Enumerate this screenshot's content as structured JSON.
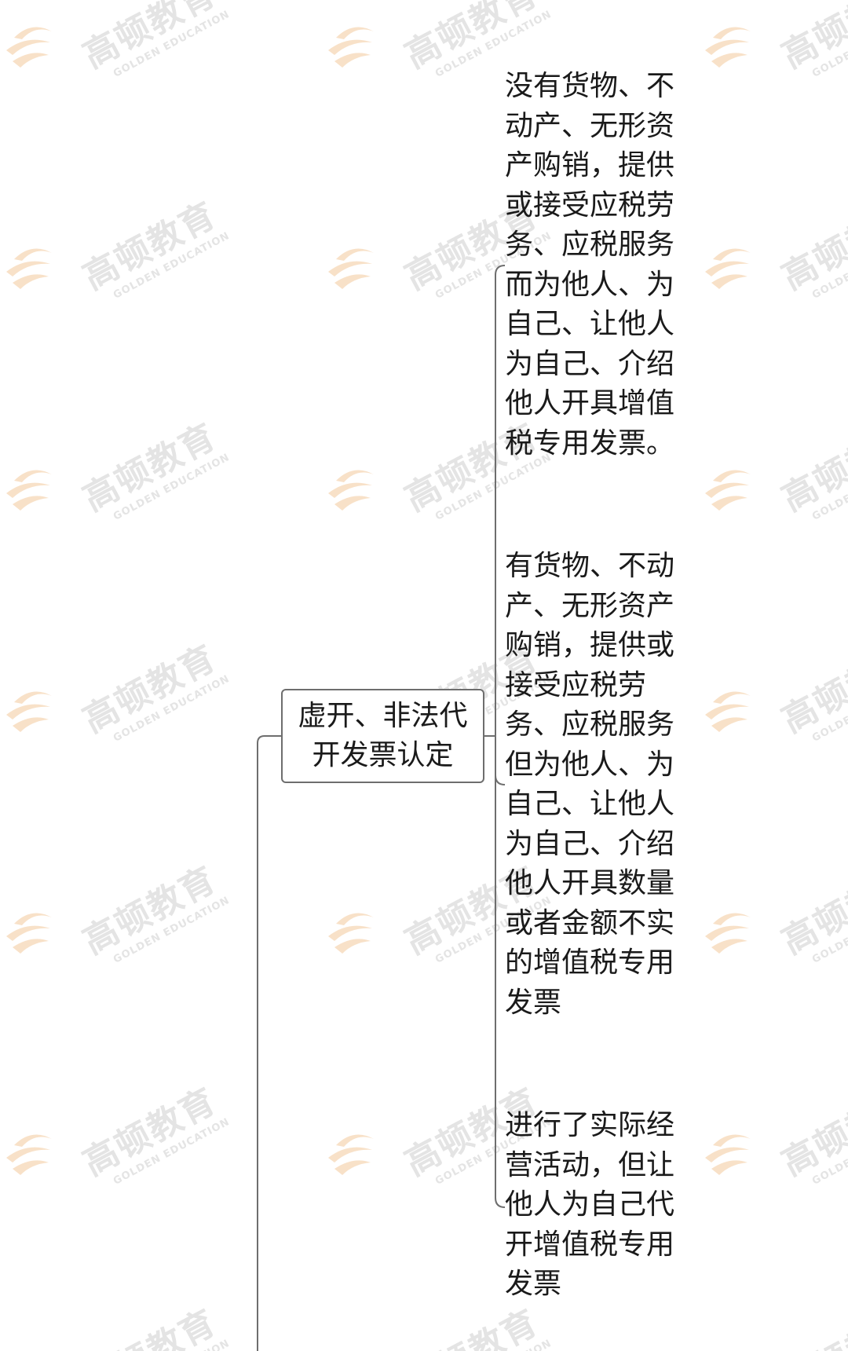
{
  "watermark": {
    "brand_cn": "高顿教育",
    "brand_en": "GOLDEN EDUCATION",
    "logo_icon": "golden-education-logo-icon",
    "color": "#f3c89a"
  },
  "mindmap": {
    "topic": "虚开、非法代开发票认定",
    "branches": [
      {
        "text": "没有货物、不动产、无形资产购销，提供或接受应税劳务、应税服务而为他人、为自己、让他人为自己、介绍他人开具增值税专用发票。"
      },
      {
        "text": "有货物、不动产、无形资产购销，提供或接受应税劳务、应税服务但为他人、为自己、让他人为自己、介绍他人开具数量或者金额不实的增值税专用发票"
      },
      {
        "text": "进行了实际经营活动，但让他人为自己代开增值税专用发票"
      }
    ],
    "line_color": "#6e6e6e",
    "text_color": "#1a1a1a"
  }
}
